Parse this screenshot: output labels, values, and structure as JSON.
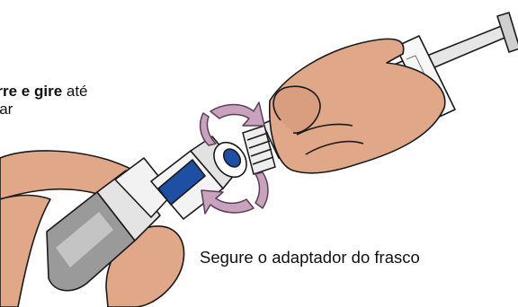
{
  "instruction": {
    "bold": "urre e gire",
    "rest": " até",
    "line2": "ctar"
  },
  "caption": "Segure o adaptador do frasco",
  "colors": {
    "skin": "#e0a889",
    "skin_shadow": "#c98a6a",
    "outline": "#1a1a1a",
    "arrow_fill": "#c9a3bd",
    "arrow_outline": "#5a3f55",
    "device_gray": "#d4d4d4",
    "device_dark": "#8c8c8c",
    "blue_accent": "#1f4fa3"
  },
  "icons": [
    "rotate-arrow-icon",
    "rotate-arrow-icon"
  ]
}
